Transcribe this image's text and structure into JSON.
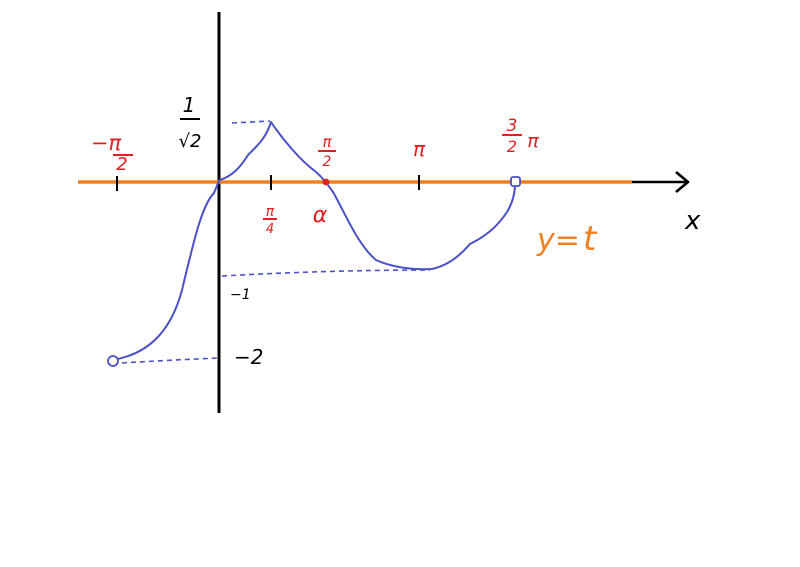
{
  "colors": {
    "axis": "#000000",
    "line": "#f08020",
    "curve": "#4a50c8",
    "label_red": "#e02020",
    "label_black": "#000000",
    "label_orange": "#f08020"
  },
  "axes": {
    "x_label": "x"
  },
  "tick_labels": {
    "neg_half_pi": {
      "num": "−π",
      "den": "2"
    },
    "quarter_pi": {
      "num": "π",
      "den": "4"
    },
    "half_pi": {
      "num": "π",
      "den": "2"
    },
    "pi": "π",
    "three_half_pi": {
      "num": "3",
      "den": "2",
      "tail": "π"
    },
    "alpha": "α"
  },
  "y_values": {
    "peak": {
      "num": "1",
      "den": "√2"
    },
    "minus_one": "−1",
    "minus_two": "−2"
  },
  "line_label": {
    "prefix": "y=",
    "var": "t"
  }
}
